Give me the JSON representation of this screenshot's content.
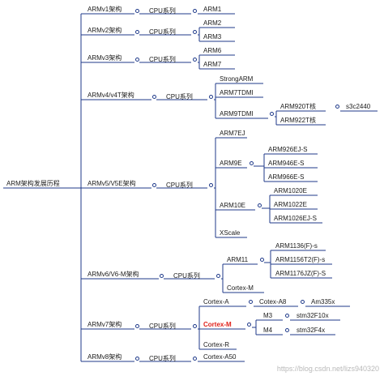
{
  "root": "ARM架构发展历程",
  "architectures": [
    {
      "label": "ARMv1架构",
      "series": "CPU系列",
      "cpus": [
        "ARM1"
      ]
    },
    {
      "label": "ARMv2架构",
      "series": "CPU系列",
      "cpus": [
        "ARM2",
        "ARM3"
      ]
    },
    {
      "label": "ARMv3架构",
      "series": "CPU系列",
      "cpus": [
        "ARM6",
        "ARM7"
      ]
    },
    {
      "label": "ARMv4/v4T架构",
      "series": "CPU系列",
      "cpus": [
        "StrongARM",
        "ARM7TDMI",
        "ARM9TDMI"
      ],
      "arm9tdmi_children": [
        "ARM920T核",
        "ARM922T核"
      ],
      "arm920t_child": "s3c2440"
    },
    {
      "label": "ARMv5/V5E架构",
      "series": "CPU系列",
      "cpus": [
        "ARM7EJ",
        "ARM9E",
        "ARM10E",
        "XScale"
      ],
      "arm9e_children": [
        "ARM926EJ-S",
        "ARM946E-S",
        "ARM966E-S"
      ],
      "arm10e_children": [
        "ARM1020E",
        "ARM1022E",
        "ARM1026EJ-S"
      ]
    },
    {
      "label": "ARMv6/V6-M架构",
      "series": "CPU系列",
      "cpus": [
        "ARM11",
        "Cortex-M"
      ],
      "arm11_children": [
        "ARM1136(F)-s",
        "ARM1156T2(F)-s",
        "ARM1176JZ(F)-S"
      ]
    },
    {
      "label": "ARMv7架构",
      "series": "CPU系列",
      "cpus": [
        "Cortex-A",
        "Cortex-M",
        "Cortex-R"
      ],
      "cortex_a_children": [
        "Cotex-A8"
      ],
      "cotex_a8_child": "Am335x",
      "cortex_m_children": [
        "M3",
        "M4"
      ],
      "m3_child": "stm32F10x",
      "m4_child": "stm32F4x"
    },
    {
      "label": "ARMv8架构",
      "series": "CPU系列",
      "cpus": [
        "Cortex-A50"
      ]
    }
  ],
  "watermark": "https://blog.csdn.net/lizs940320",
  "colors": {
    "line": "#1f3a8a",
    "highlight": "#e0211a"
  }
}
